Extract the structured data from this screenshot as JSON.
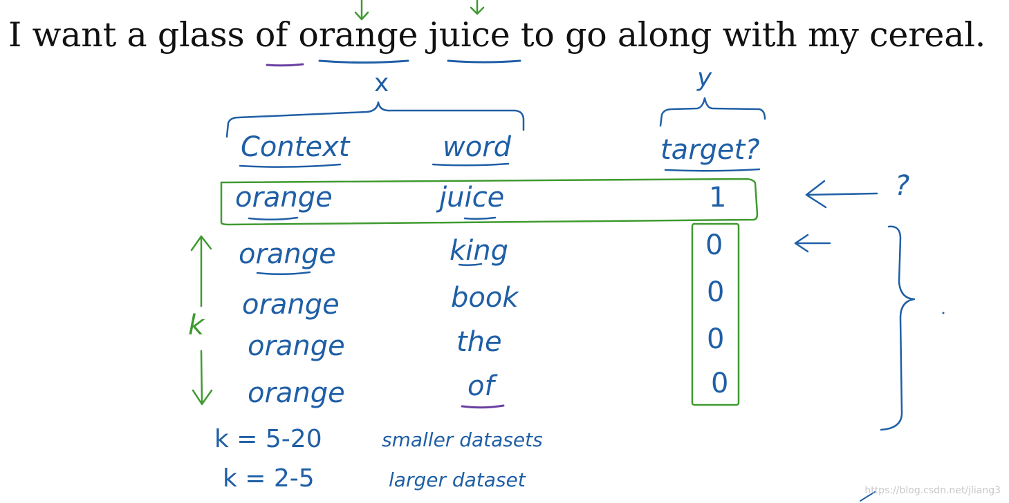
{
  "sentence": "I want a glass of orange juice to go along with my cereal.",
  "labels": {
    "x": "x",
    "y": "y",
    "context_header": "Context",
    "word_header": "word",
    "target_header": "target?",
    "k": "k"
  },
  "rows": [
    {
      "context": "orange",
      "word": "juice",
      "target": "1"
    },
    {
      "context": "orange",
      "word": "king",
      "target": "0"
    },
    {
      "context": "orange",
      "word": "book",
      "target": "0"
    },
    {
      "context": "orange",
      "word": "the",
      "target": "0"
    },
    {
      "context": "orange",
      "word": "of",
      "target": "0"
    }
  ],
  "notes": [
    {
      "k_value": "k = 5-20",
      "text": "smaller datasets"
    },
    {
      "k_value": "k = 2-5",
      "text": "larger dataset"
    }
  ],
  "question_mark": "?",
  "watermark": "https://blog.csdn.net/jliang3",
  "colors": {
    "ink_blue": "#1f5fa6",
    "ink_green": "#3f9a2f",
    "ink_purple": "#6a3fa0",
    "text_black": "#111111"
  }
}
